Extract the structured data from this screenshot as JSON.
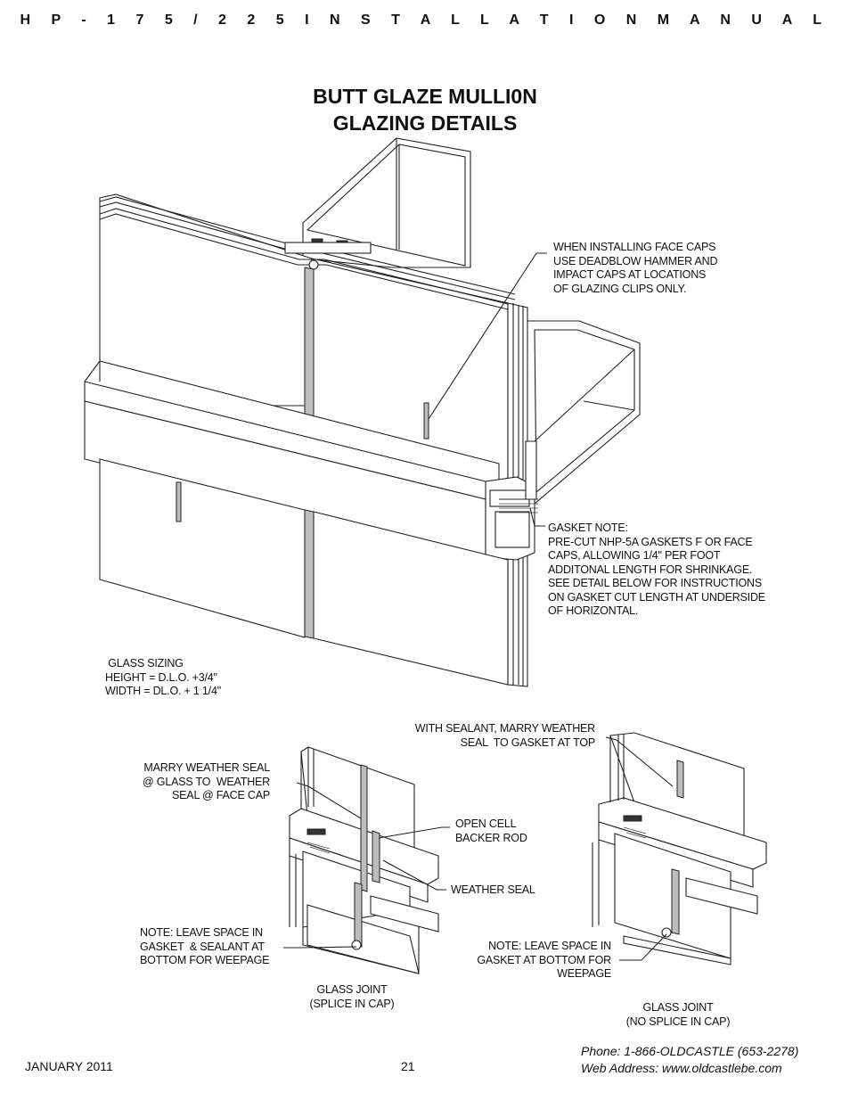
{
  "header": {
    "manual_title": "H P - 1 7 5 / 2 2 5   I N S T A L L A T I O N   M A N U A L"
  },
  "title": {
    "line1": "BUTT GLAZE MULLI0N",
    "line2": "GLAZING DETAILS"
  },
  "notes": {
    "face_caps": "WHEN INSTALLING FACE CAPS\nUSE DEADBLOW HAMMER AND\nIMPACT CAPS AT LOCATIONS\nOF GLAZING CLIPS ONLY.",
    "gasket": "GASKET NOTE:\nPRE-CUT NHP-5A GASKETS F OR FACE\nCAPS, ALLOWING 1/4\" PER FOOT\nADDITONAL LENGTH FOR SHRINKAGE.\nSEE DETAIL BELOW FOR INSTRUCTIONS\nON GASKET CUT LENGTH AT UNDERSIDE\nOF HORIZONTAL.",
    "glass_sizing": " GLASS SIZING\nHEIGHT = D.L.O. +3/4\"\nWIDTH = DL.O. + 1 1/4\"",
    "with_sealant": "WITH SEALANT, MARRY WEATHER\nSEAL  TO GASKET AT TOP",
    "marry_weather": "MARRY WEATHER SEAL\n@ GLASS TO  WEATHER\nSEAL @ FACE CAP",
    "open_cell": "OPEN CELL\nBACKER ROD",
    "weather_seal": "WEATHER SEAL",
    "leave_space_left": "NOTE: LEAVE SPACE IN\nGASKET  & SEALANT AT\nBOTTOM FOR WEEPAGE",
    "leave_space_right": "NOTE: LEAVE SPACE IN\nGASKET AT BOTTOM FOR\nWEEPAGE",
    "joint_splice": "GLASS JOINT\n(SPLICE IN CAP)",
    "joint_no_splice": "GLASS JOINT\n(NO SPLICE IN CAP)"
  },
  "footer": {
    "date": "JANUARY 2011",
    "page": "21",
    "phone": "Phone: 1-866-OLDCASTLE (653-2278)",
    "web": "Web Address: www.oldcastlebe.com"
  }
}
